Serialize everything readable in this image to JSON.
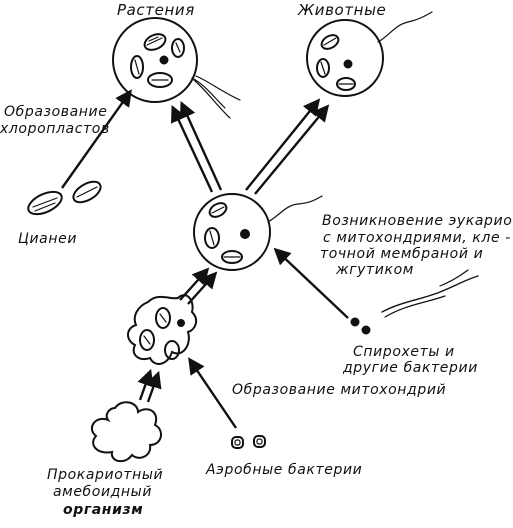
{
  "labels": {
    "plants": "Растения",
    "animals": "Животные",
    "chloroplast_line1": "Образование",
    "chloroplast_line2": "хлоропластов",
    "cyanea": "Цианеи",
    "eukaryote_line1": "Возникновение эукариот",
    "eukaryote_line2": "с митохондриями, кле -",
    "eukaryote_line3": "точной мембраной и",
    "eukaryote_line4": "жгутиком",
    "spirochetes_line1": "Спирохеты и",
    "spirochetes_line2": "другие бактерии",
    "mitochondria": "Образование митохондрий",
    "aerobic": "Аэробные бактерии",
    "prokaryote_line1": "Прокариотный",
    "prokaryote_line2": "амебоидный",
    "prokaryote_line3": "организм"
  },
  "colors": {
    "ink": "#111111",
    "background": "#ffffff"
  }
}
